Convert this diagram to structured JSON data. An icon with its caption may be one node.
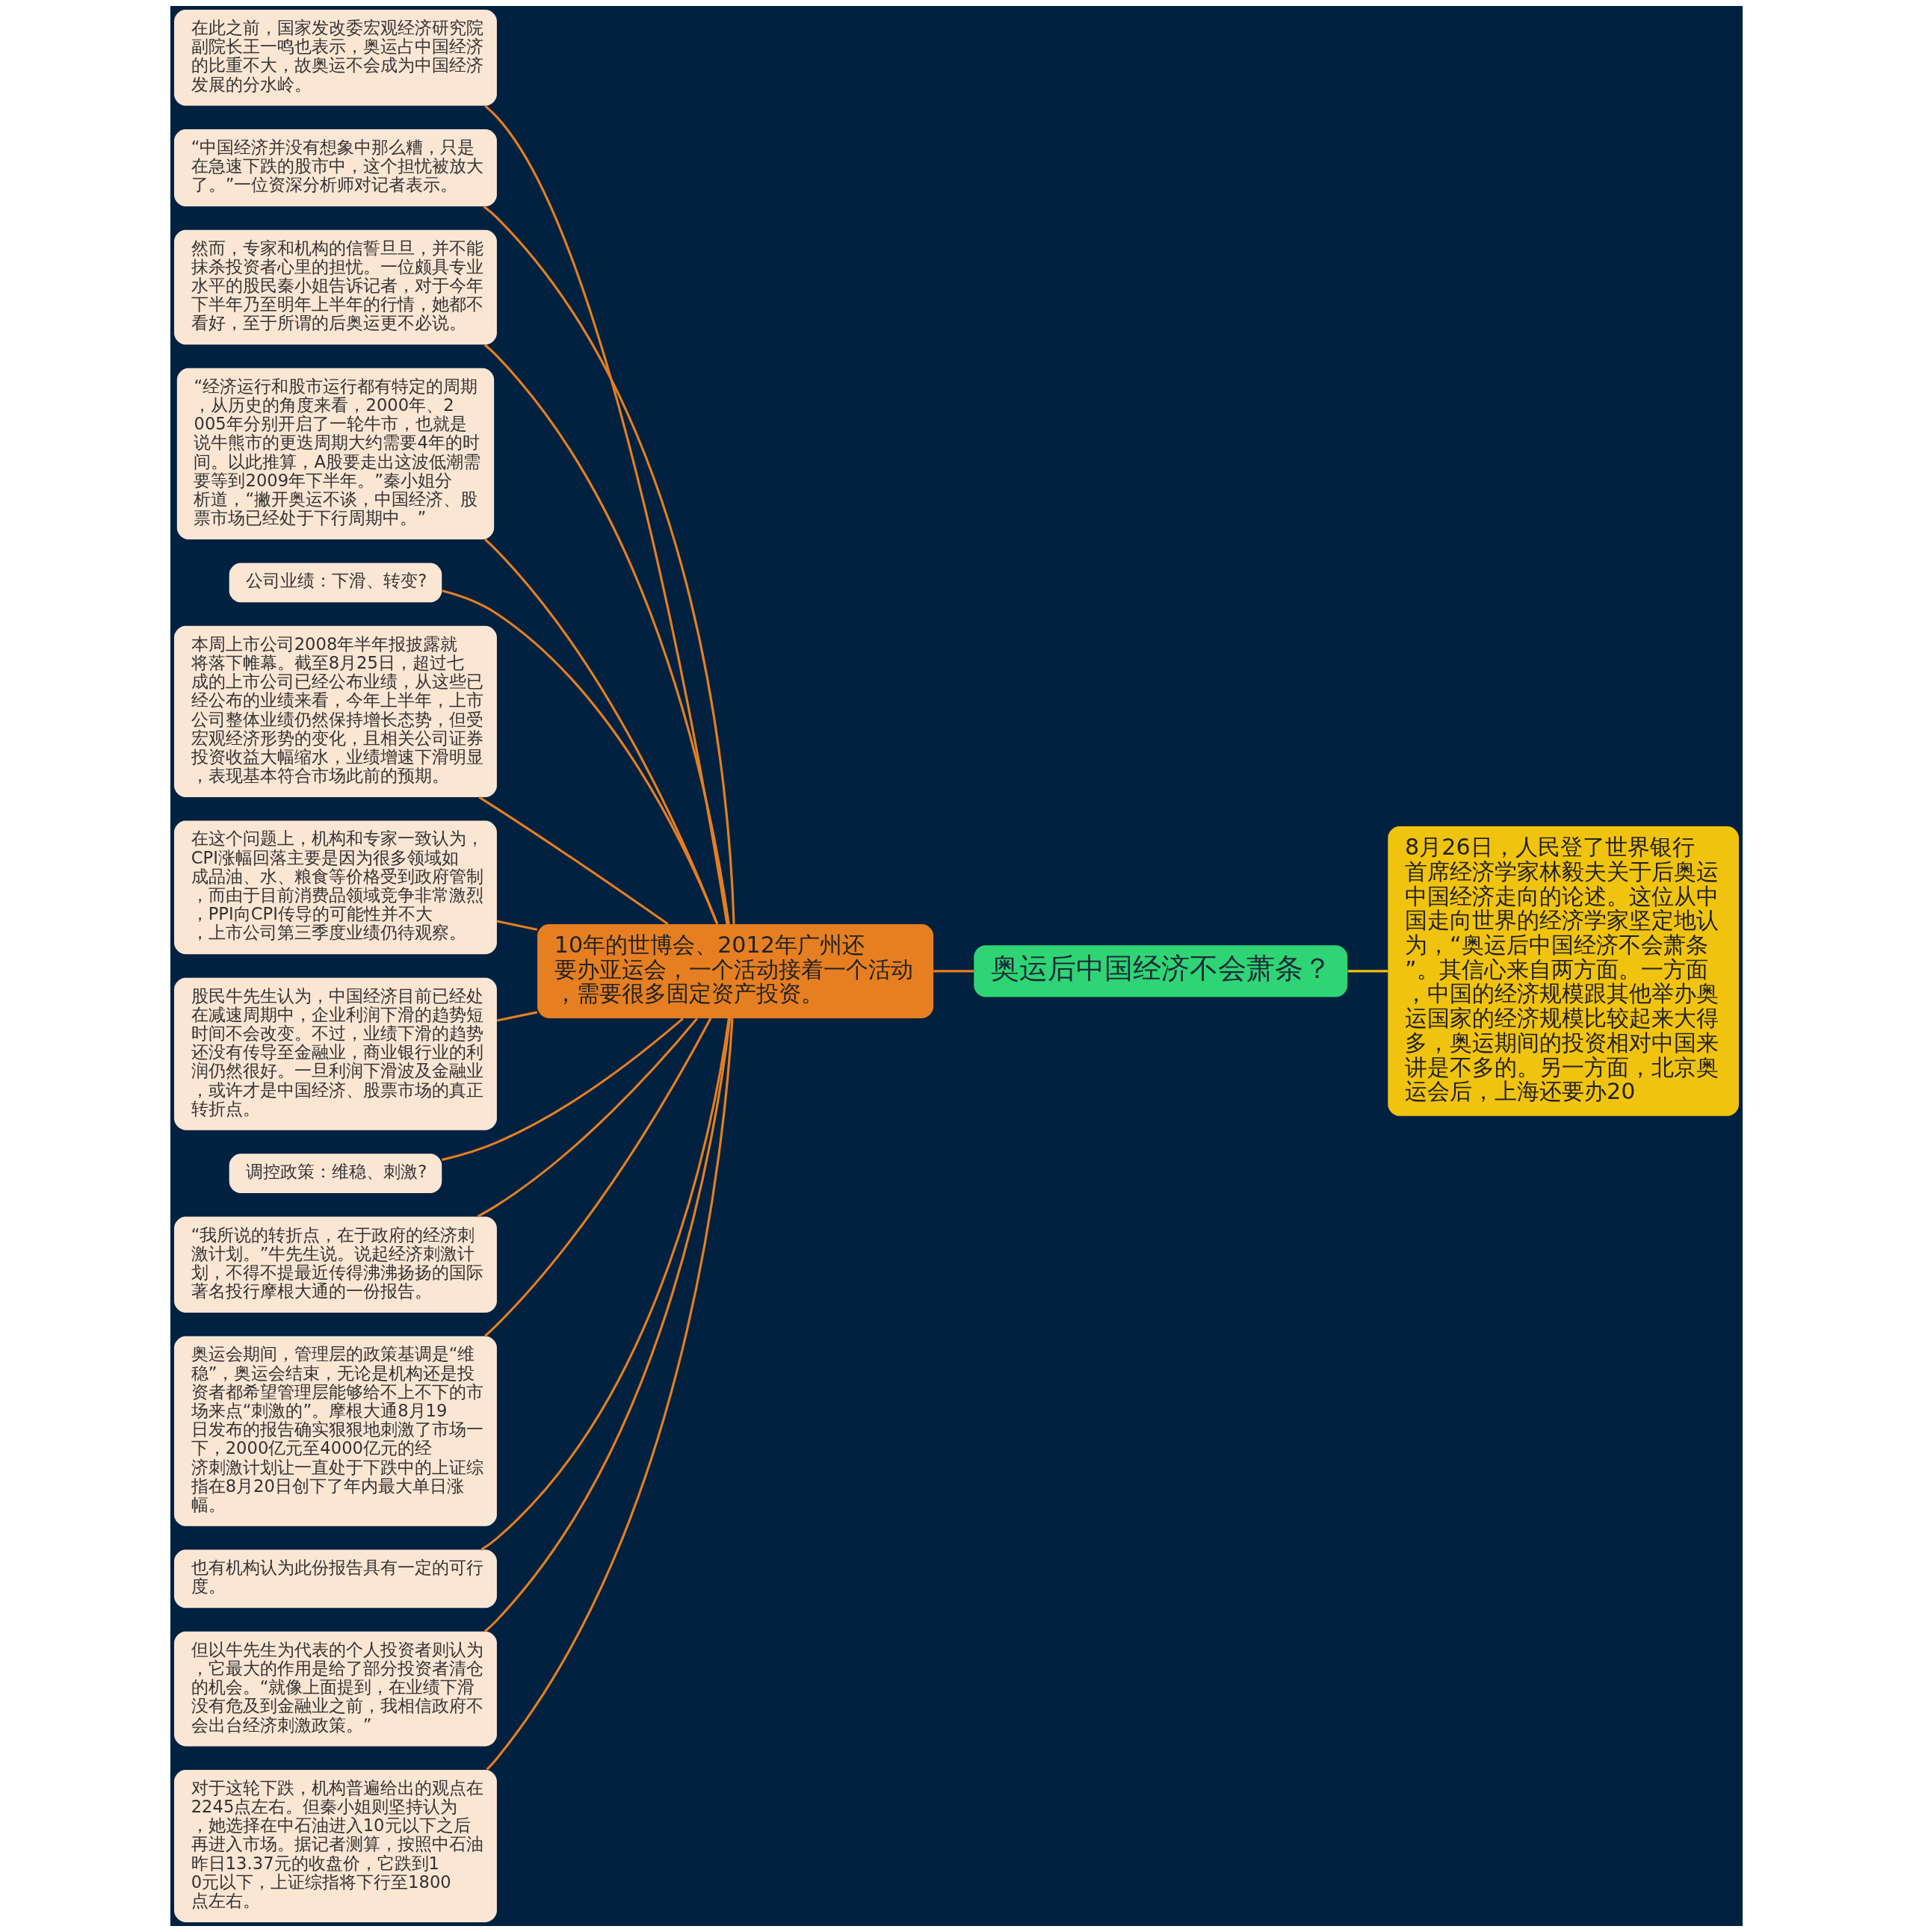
{
  "diagram": {
    "nodes": [
      {
        "text": [
          "奥运后中国经济不会萧条？"
        ]
      },
      {
        "text": [
          "8月26日，人民登了世界银行首席经济学家林毅夫关于后奥运中国经济走向的论述。这位从中国走向世界的经济学家坚定地认为，“奥运后中国经济不会萧条”。其信心来自两方面。一方面，中国的经济规模跟其他举办奥运国家的经济规模比较起来大得多，奥运期间的投资相对中国来讲是不多的。另一方面，北京奥运会后，上海还要办20"
        ]
      },
      {
        "text": [
          "10年的世博会、2012年广州还要办亚运会，一个活动接着一个活动，需要很多固定资产投资。"
        ]
      },
      {
        "text": [
          "在此之前，国家发改委宏观经济研究院副院长王一鸣也表示，奥运占中国经济的比重不大，故奥运不会成为中国经济发展的分水岭。"
        ]
      },
      {
        "text": [
          "“中国经济并没有想象中那么糟，只是在急速下跌的股市中，这个担忧被放大了。”一位资深分析师对记者表示。"
        ]
      },
      {
        "text": [
          "然而，专家和机构的信誓旦旦，并不能抹杀投资者心里的担忧。一位颇具专业水平的股民秦小姐告诉记者，对于今年下半年乃至明年上半年的行情，她都不看好，至于所谓的后奥运更不必说。"
        ]
      },
      {
        "text": [
          "“经济运行和股市运行都有特定的周期，从历史的角度来看，2000年、2005年分别开启了一轮牛市，也就是说牛熊市的更迭周期大约需要4年的时间。以此推算，A股要走出这波低潮需要等到2009年下半年。”秦小姐分析道，“撇开奥运不谈，中国经济、股票市场已经处于下行周期中。”"
        ]
      },
      {
        "text": [
          "公司业绩：下滑、转变?"
        ]
      },
      {
        "text": [
          "本周上市公司2008年半年报披露就将落下帷幕。截至8月25日，超过七成的上市公司已经公布业绩，从这些已经公布的业绩来看，今年上半年，上市公司整体业绩仍然保持增长态势，但受宏观经济形势的变化，且相关公司证券投资收益大幅缩水，业绩增速下滑明显，表现基本符合市场此前的预期。"
        ]
      },
      {
        "text": [
          "在这个问题上，机构和专家一致认为，CPI涨幅回落主要是因为很多领域如成品油、水、粮食等价格受到政府管制，而由于目前消费品领域竞争非常激烈，PPI向CPI传导的可能性并不大，上市公司第三季度业绩仍待观察。"
        ]
      },
      {
        "text": [
          "股民牛先生认为，中国经济目前已经处在减速周期中，企业利润下滑的趋势短时间不会改变。不过，业绩下滑的趋势还没有传导至金融业，商业银行业的利润仍然很好。一旦利润下滑波及金融业，或许才是中国经济、股票市场的真正转折点。"
        ]
      },
      {
        "text": [
          "调控政策：维稳、刺激?"
        ]
      },
      {
        "text": [
          "“我所说的转折点，在于政府的经济刺激计划。”牛先生说。说起经济刺激计划，不得不提最近传得沸沸扬扬的国际著名投行摩根大通的一份报告。"
        ]
      },
      {
        "text": [
          "奥运会期间，管理层的政策基调是“维稳”，奥运会结束，无论是机构还是投资者都希望管理层能够给不上不下的市场来点“刺激的”。摩根大通8月19日发布的报告确实狠狠地刺激了市场一下，2000亿元至4000亿元的经济刺激计划让一直处于下跌中的上证综指在8月20日创下了年内最大单日涨幅。"
        ]
      },
      {
        "text": [
          "也有机构认为此份报告具有一定的可行度。"
        ]
      },
      {
        "text": [
          "但以牛先生为代表的个人投资者则认为，它最大的作用是给了部分投资者清仓的机会。“就像上面提到，在业绩下滑没有危及到金融业之前，我相信政府不会出台经济刺激政策。”"
        ]
      },
      {
        "text": [
          "对于这轮下跌，机构普遍给出的观点在2245点左右。但秦小姐则坚持认为，她选择在中石油进入10元以下之后再进入市场。据记者测算，按照中石油昨日13.37元的收盘价，它跌到10元以下，上证综指将下行至1800点左右。"
        ]
      }
    ],
    "edges": [
      {
        "from": 0,
        "to": 1,
        "arrow": "none",
        "color": "#f0c30f"
      },
      {
        "from": 0,
        "to": 2,
        "arrow": "none"
      },
      {
        "from": 2,
        "to": 3,
        "arrow": "none"
      },
      {
        "from": 2,
        "to": 4,
        "arrow": "none"
      },
      {
        "from": 2,
        "to": 5,
        "arrow": "none"
      },
      {
        "from": 2,
        "to": 6,
        "arrow": "none"
      },
      {
        "from": 2,
        "to": 7,
        "arrow": "none"
      },
      {
        "from": 2,
        "to": 8,
        "arrow": "none"
      },
      {
        "from": 2,
        "to": 9,
        "arrow": "none"
      },
      {
        "from": 2,
        "to": 10,
        "arrow": "none"
      },
      {
        "from": 2,
        "to": 11,
        "arrow": "none"
      },
      {
        "from": 2,
        "to": 12,
        "arrow": "none"
      },
      {
        "from": 2,
        "to": 13,
        "arrow": "none"
      },
      {
        "from": 2,
        "to": 14,
        "arrow": "none"
      },
      {
        "from": 2,
        "to": 15,
        "arrow": "none"
      },
      {
        "from": 2,
        "to": 16,
        "arrow": "none"
      }
    ]
  }
}
